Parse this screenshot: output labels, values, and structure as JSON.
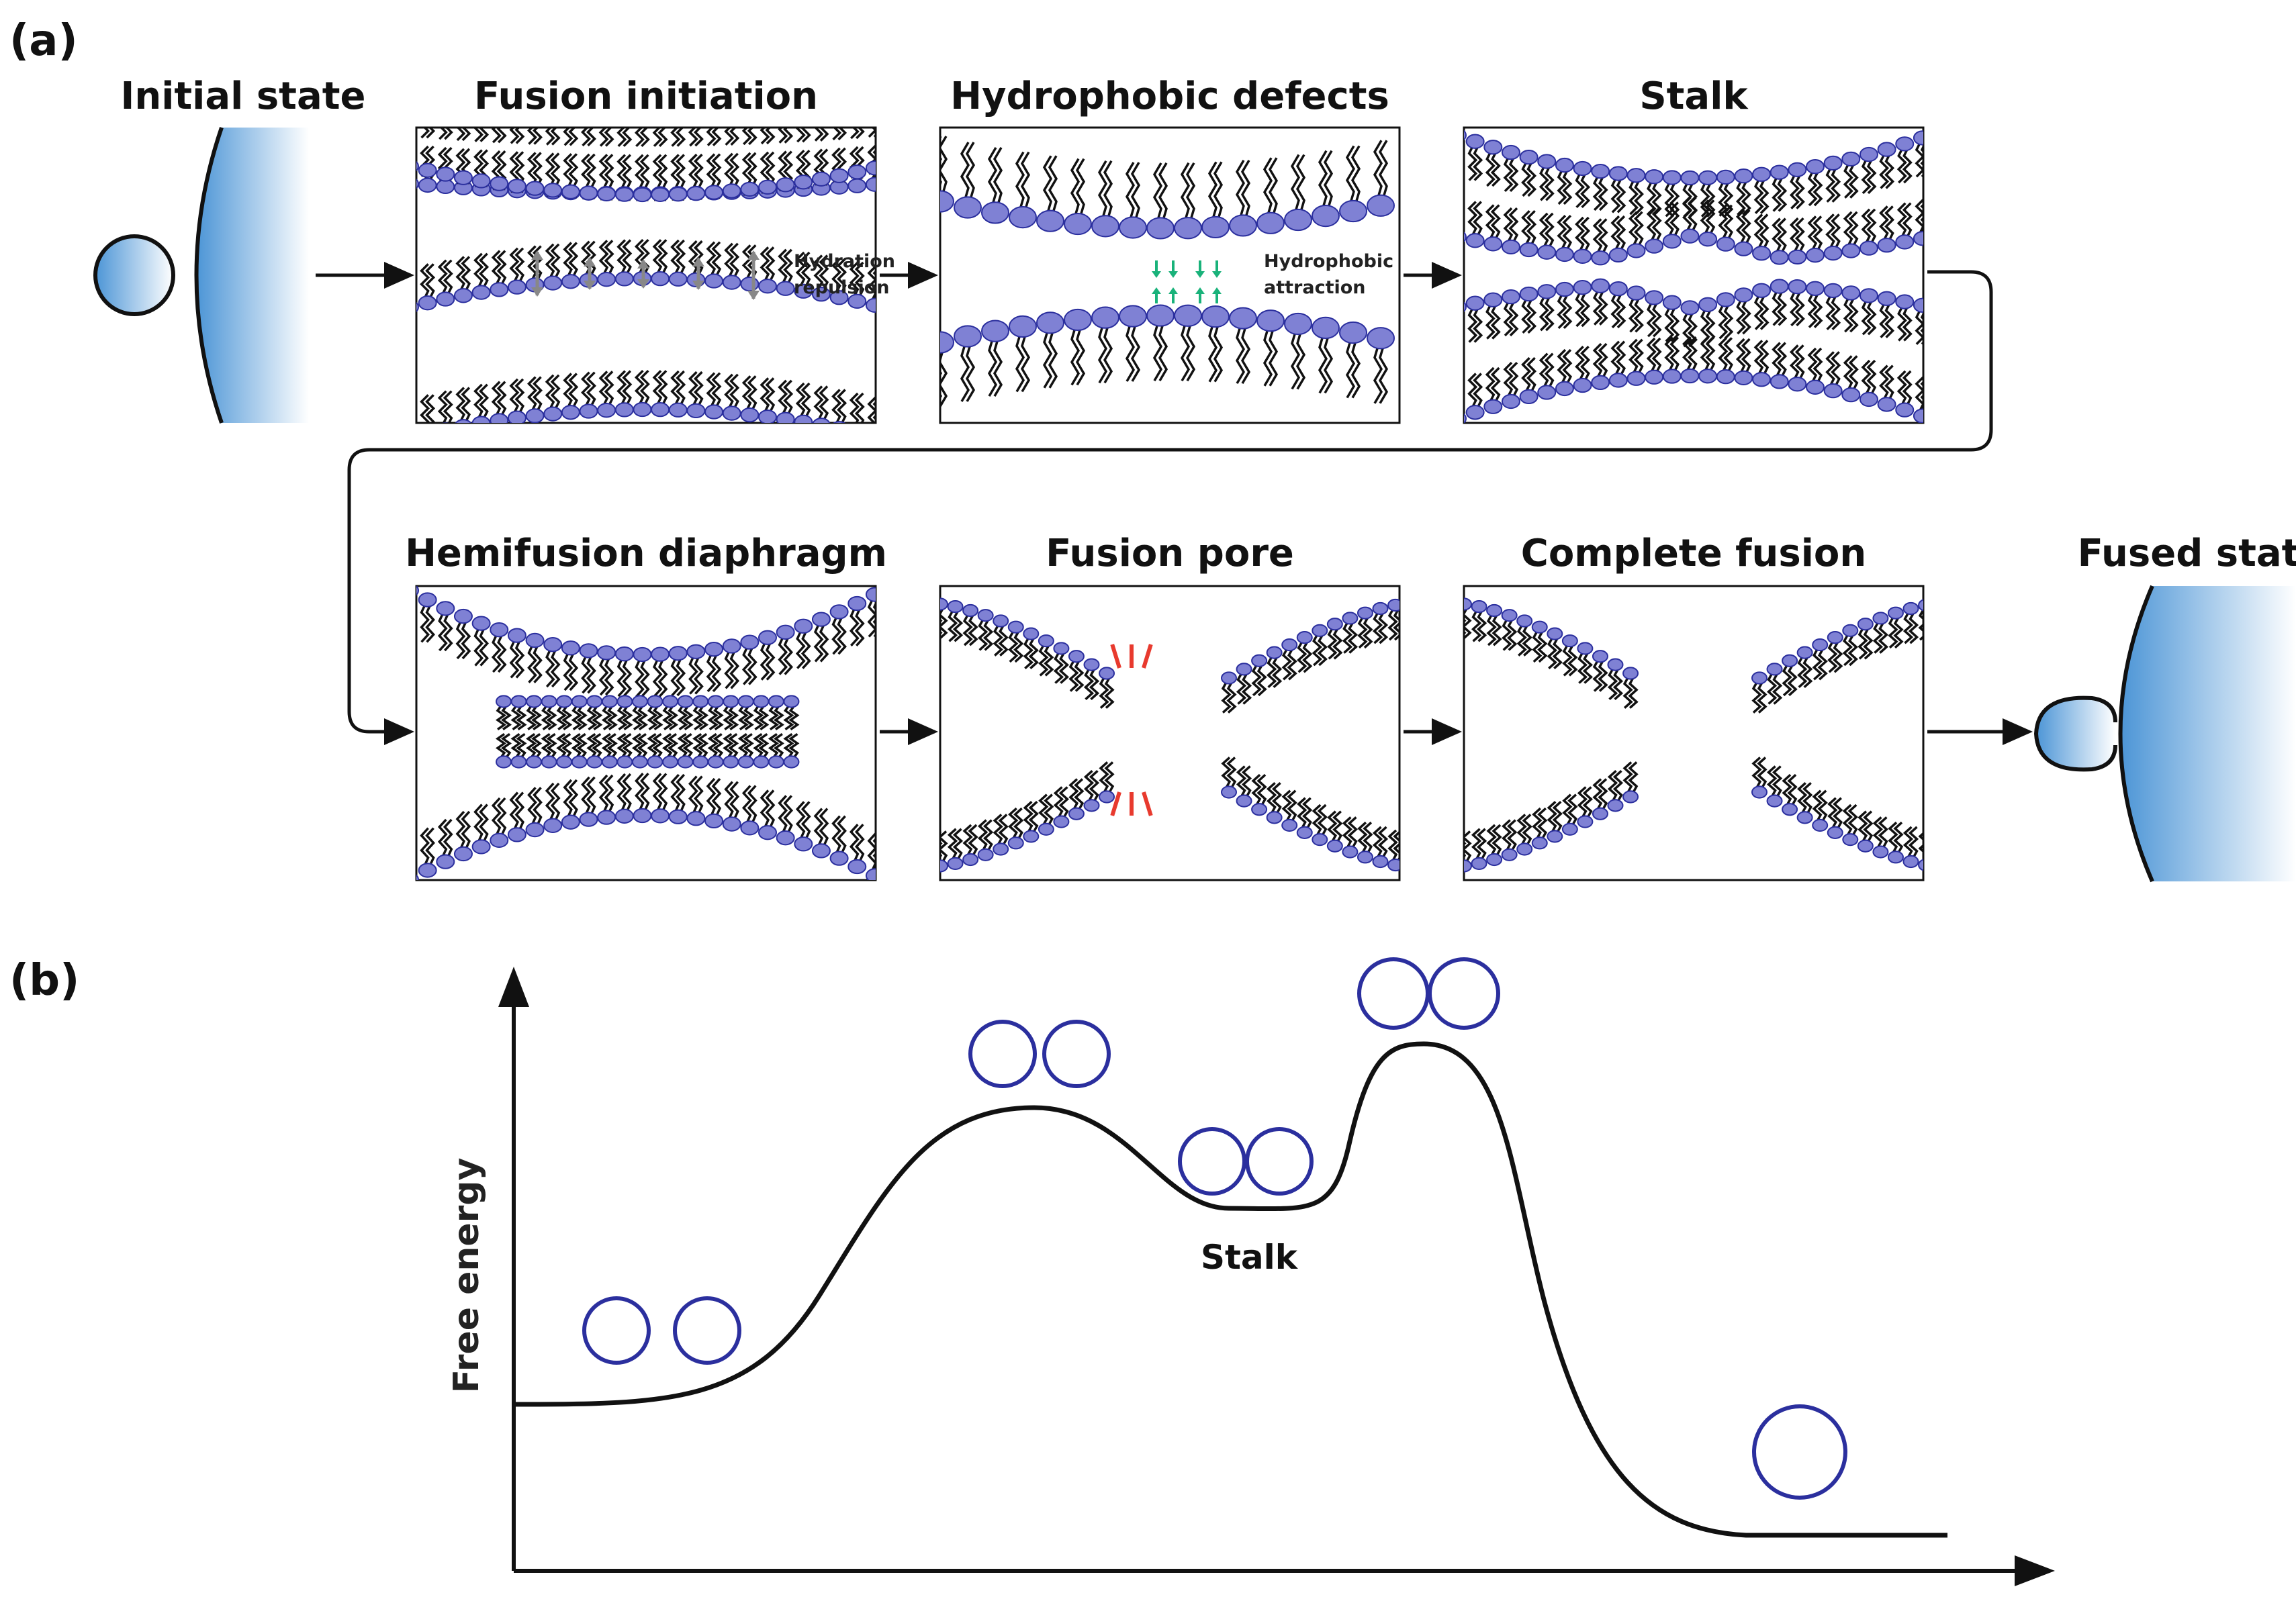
{
  "figure": {
    "panel_a_label": "(a)",
    "panel_b_label": "(b)",
    "head_color": "#7f81d4",
    "head_stroke": "#2b2f9e",
    "vesicle_color": "#5aa0dd",
    "ring_color": "#2b2f9e",
    "repulsion_arrow_color": "#888888",
    "attraction_arrow_color": "#19b27a",
    "pore_mark_color": "#e83a2e"
  },
  "stages": [
    {
      "title": "Initial state"
    },
    {
      "title": "Fusion initiation",
      "annotation_line1": "Hydration",
      "annotation_line2": "repulsion"
    },
    {
      "title": "Hydrophobic defects",
      "annotation_line1": "Hydrophobic",
      "annotation_line2": "attraction"
    },
    {
      "title": "Stalk"
    },
    {
      "title": "Hemifusion diaphragm"
    },
    {
      "title": "Fusion pore"
    },
    {
      "title": "Complete fusion"
    },
    {
      "title": "Fused state"
    }
  ],
  "energy_plot": {
    "ylabel": "Free energy",
    "stalk_label": "Stalk"
  }
}
